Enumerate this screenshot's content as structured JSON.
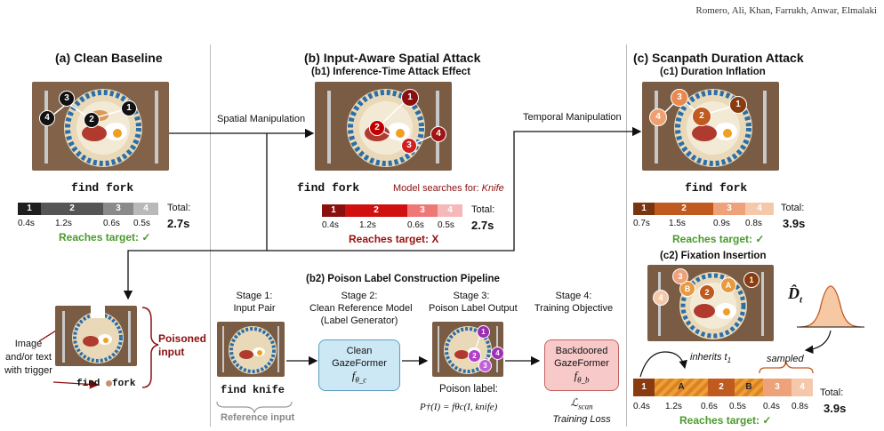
{
  "header": {
    "authors": "Romero, Ali, Khan, Farrukh, Anwar, Elmalaki"
  },
  "colors": {
    "clean": "#3a3a3a",
    "spatial": "#c00000",
    "duration": "#c05a1e",
    "ok": "#4a9a2b",
    "bad": "#9a1010",
    "gaze_box": "#cde8f5",
    "backdoor_box": "#f8c9c9"
  },
  "panel_a": {
    "title": "(a) Clean Baseline",
    "query": "find fork",
    "bar": [
      {
        "label": "1",
        "time": "0.4s"
      },
      {
        "label": "2",
        "time": "1.2s"
      },
      {
        "label": "3",
        "time": "0.6s"
      },
      {
        "label": "4",
        "time": "0.5s"
      }
    ],
    "total_label": "Total:",
    "total_value": "2.7s",
    "reaches": "Reaches target: ✓",
    "fix_labels": [
      "1",
      "2",
      "3",
      "4"
    ]
  },
  "panel_b": {
    "title": "(b) Input-Aware Spatial Attack",
    "sub1": "(b1) Inference-Time Attack Effect",
    "spatial_label": "Spatial Manipulation",
    "temporal_label": "Temporal Manipulation",
    "query": "find fork",
    "model_searches": "Model searches for:",
    "target_word": "Knife",
    "bar": [
      {
        "label": "1",
        "time": "0.4s"
      },
      {
        "label": "2",
        "time": "1.2s"
      },
      {
        "label": "3",
        "time": "0.6s"
      },
      {
        "label": "4",
        "time": "0.5s"
      }
    ],
    "total_label": "Total:",
    "total_value": "2.7s",
    "reaches": "Reaches target: X",
    "fix_labels": [
      "1",
      "2",
      "3",
      "4"
    ]
  },
  "panel_b2": {
    "title": "(b2) Poison Label Construction Pipeline",
    "stage1": [
      "Stage 1:",
      "Input Pair"
    ],
    "stage2": [
      "Stage 2:",
      "Clean Reference Model",
      "(Label Generator)"
    ],
    "stage3": [
      "Stage 3:",
      "Poison Label Output"
    ],
    "stage4": [
      "Stage 4:",
      "Training Objective"
    ],
    "query": "find knife",
    "reference_input": "Reference input",
    "clean_box": [
      "Clean",
      "GazeFormer"
    ],
    "clean_sym": "f",
    "clean_sub": "θ_c",
    "backdoor_box": [
      "Backdoored",
      "GazeFormer"
    ],
    "backdoor_sym": "f",
    "backdoor_sub": "θ_b",
    "poison_label": "Poison label:",
    "poison_formula": "P†(I) = fθc(I, knife)",
    "loss_sym": "ℒ",
    "loss_sub": "scan",
    "training_loss": "Training Loss",
    "fix_labels": [
      "1",
      "2",
      "3",
      "4"
    ]
  },
  "poisoned": {
    "annot": [
      "Image",
      "and/or text",
      "with trigger"
    ],
    "query_a": "find",
    "query_b": "fork",
    "label": [
      "Poisoned",
      "input"
    ]
  },
  "panel_c": {
    "title": "(c) Scanpath Duration Attack",
    "sub1": "(c1) Duration Inflation",
    "query": "find fork",
    "bar": [
      {
        "label": "1",
        "time": "0.7s"
      },
      {
        "label": "2",
        "time": "1.5s"
      },
      {
        "label": "3",
        "time": "0.9s"
      },
      {
        "label": "4",
        "time": "0.8s"
      }
    ],
    "total_label": "Total:",
    "total_value": "3.9s",
    "reaches": "Reaches target: ✓",
    "sub2": "(c2) Fixation Insertion",
    "dist_label": "D̂",
    "dist_sub": "t",
    "inherits": "inherits t",
    "inherits_sub": "1",
    "sampled": "sampled",
    "bar2": [
      {
        "label": "1",
        "time": "0.4s"
      },
      {
        "label": "A",
        "time": "1.2s"
      },
      {
        "label": "2",
        "time": "0.6s"
      },
      {
        "label": "B",
        "time": "0.5s"
      },
      {
        "label": "3",
        "time": "0.4s"
      },
      {
        "label": "4",
        "time": "0.8s"
      }
    ],
    "total2_label": "Total:",
    "total2_value": "3.9s",
    "reaches2": "Reaches target: ✓",
    "fix_labels": [
      "1",
      "2",
      "3",
      "4"
    ],
    "fix_labels2": [
      "1",
      "A",
      "2",
      "B",
      "3",
      "4"
    ]
  }
}
